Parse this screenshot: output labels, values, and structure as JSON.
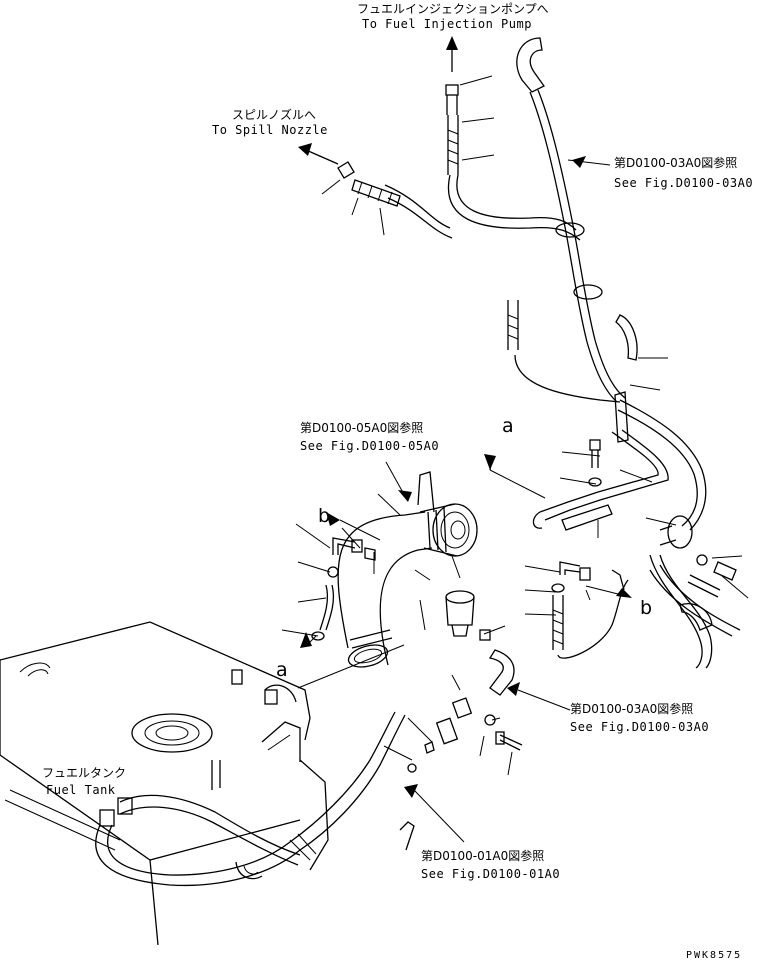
{
  "labels": {
    "injection_pump_jp": "フュエルインジェクションポンプへ",
    "injection_pump_en": "To Fuel Injection Pump",
    "spill_nozzle_jp": "スピルノズルへ",
    "spill_nozzle_en": "To Spill Nozzle",
    "ref_03a0_top_jp": "第D0100-03A0図参照",
    "ref_03a0_top_en": "See Fig.D0100-03A0",
    "ref_05a0_jp": "第D0100-05A0図参照",
    "ref_05a0_en": "See Fig.D0100-05A0",
    "ref_03a0_mid_jp": "第D0100-03A0図参照",
    "ref_03a0_mid_en": "See Fig.D0100-03A0",
    "ref_01a0_jp": "第D0100-01A0図参照",
    "ref_01a0_en": "See Fig.D0100-01A0",
    "fuel_tank_jp": "フュエルタンク",
    "fuel_tank_en": "Fuel Tank",
    "marker_a": "a",
    "marker_b": "b",
    "drawing_code": "PWK8575"
  }
}
